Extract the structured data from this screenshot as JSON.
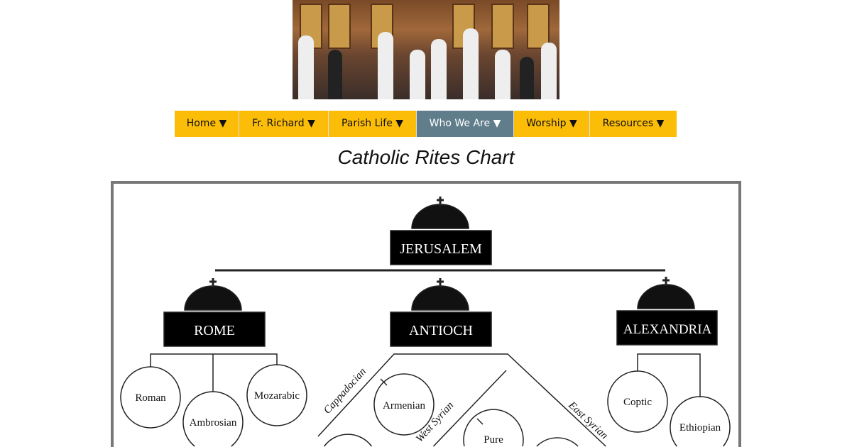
{
  "nav": {
    "items": [
      {
        "label": "Home ▼"
      },
      {
        "label": "Fr. Richard ▼"
      },
      {
        "label": "Parish Life ▼"
      },
      {
        "label": "Who We Are ▼",
        "active": true
      },
      {
        "label": "Worship ▼"
      },
      {
        "label": "Resources ▼"
      }
    ]
  },
  "page": {
    "title": "Catholic Rites Chart"
  },
  "diagram": {
    "root": "JERUSALEM",
    "branches": [
      {
        "name": "ROME",
        "rites": [
          "Roman",
          "Ambrosian",
          "Mozarabic"
        ]
      },
      {
        "name": "ANTIOCH",
        "sub_traditions": [
          "Cappadocian",
          "West Syrian",
          "East Syrian"
        ],
        "rites": [
          "Armenian",
          "Pure"
        ]
      },
      {
        "name": "ALEXANDRIA",
        "rites": [
          "Coptic",
          "Ethiopian"
        ]
      }
    ]
  }
}
